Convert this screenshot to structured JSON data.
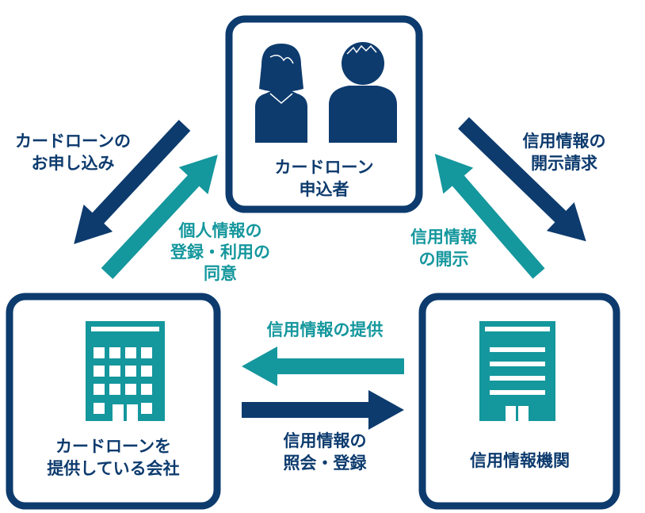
{
  "colors": {
    "navy": "#0d3b6e",
    "teal": "#14979d"
  },
  "nodes": {
    "applicant": {
      "line1": "カードローン",
      "line2": "申込者",
      "icon": "people-icon"
    },
    "lender": {
      "line1": "カードローンを",
      "line2": "提供している会社",
      "icon": "office-building-icon"
    },
    "bureau": {
      "label": "信用情報機関",
      "icon": "building-icon"
    }
  },
  "arrows": {
    "application": {
      "line1": "カードローンの",
      "line2": "お申し込み"
    },
    "consent": {
      "line1": "個人情報の",
      "line2": "登録・利用の",
      "line3": "同意"
    },
    "disclosure_request": {
      "line1": "信用情報の",
      "line2": "開示請求"
    },
    "disclosure": {
      "line1": "信用情報",
      "line2": "の開示"
    },
    "provision": {
      "label": "信用情報の提供"
    },
    "inquiry": {
      "line1": "信用情報の",
      "line2": "照会・登録"
    }
  }
}
